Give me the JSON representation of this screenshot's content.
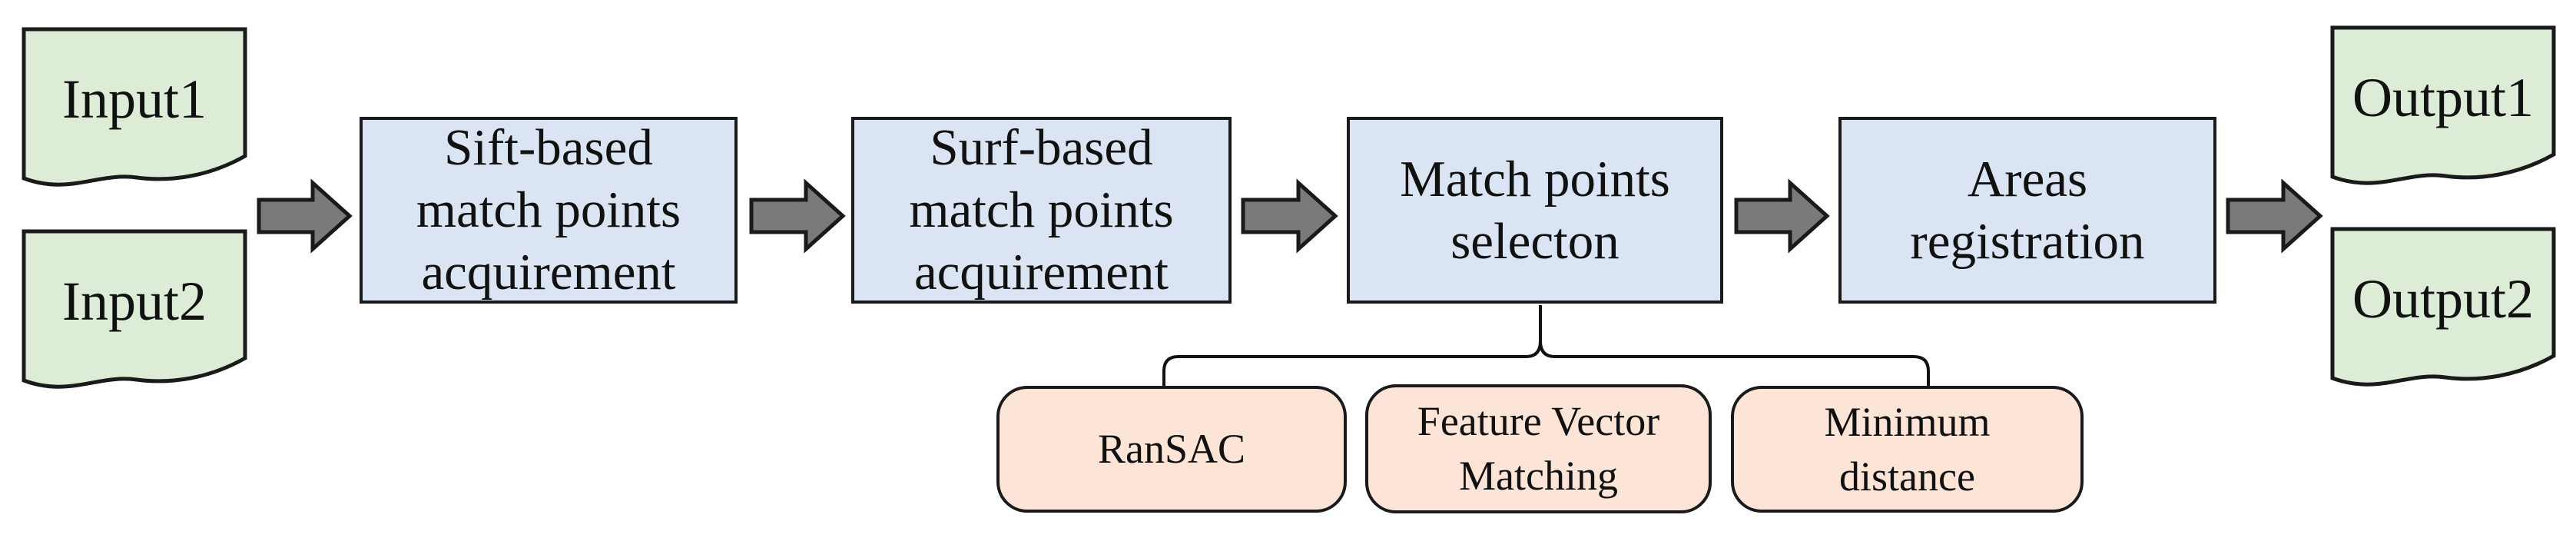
{
  "colors": {
    "document_fill": "#ddecd6",
    "process_fill": "#dbe4f2",
    "method_fill": "#fce5d6",
    "arrow_fill": "#7a7a7a",
    "outline": "#1a1a1a"
  },
  "inputs": [
    {
      "label": "Input1"
    },
    {
      "label": "Input2"
    }
  ],
  "process_steps": [
    {
      "lines": [
        "Sift-based",
        "match points",
        "acquirement"
      ]
    },
    {
      "lines": [
        "Surf-based",
        "match points",
        "acquirement"
      ]
    },
    {
      "lines": [
        "Match points",
        "selecton"
      ]
    },
    {
      "lines": [
        "Areas",
        "registration"
      ]
    }
  ],
  "methods": [
    {
      "lines": [
        "RanSAC"
      ]
    },
    {
      "lines": [
        "Feature Vector",
        "Matching"
      ]
    },
    {
      "lines": [
        "Minimum",
        "distance"
      ]
    }
  ],
  "outputs": [
    {
      "label": "Output1"
    },
    {
      "label": "Output2"
    }
  ]
}
